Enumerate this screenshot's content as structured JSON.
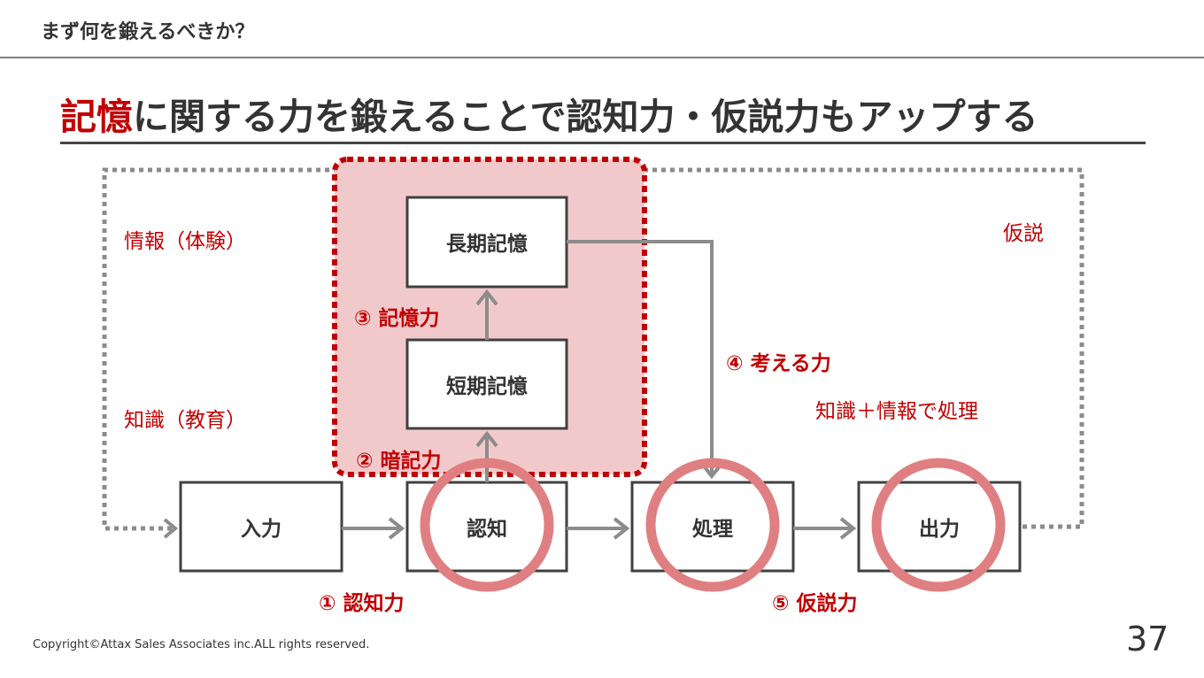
{
  "slide": {
    "header_title": "まず何を鍛えるべきか？",
    "headline_highlight": "記憶",
    "headline_rest": "に関する力を鍛えることで認知力・仮説力もアップする",
    "boxes": {
      "input": "入力",
      "cognition": "認知",
      "processing": "処理",
      "output": "出力",
      "short_term": "短期記憶",
      "long_term": "長期記憶"
    },
    "labels": {
      "information": "情報（体験）",
      "knowledge": "知識（教育）",
      "hypothesis": "仮説",
      "processing_note": "知識＋情報で処理"
    },
    "abilities": {
      "a1": "① 認知力",
      "a2": "② 暗記力",
      "a3": "③ 記憶力",
      "a4": "④ 考える力",
      "a5": "⑤ 仮説力"
    },
    "copyright": "Copyright©Attax Sales Associates inc.ALL rights reserved.",
    "page_number": "37"
  },
  "colors": {
    "accent_red": "#c00000",
    "highlight_fill": "#f2c9cb",
    "circle_red": "#e07f82",
    "arrow_gray": "#8c8c8c",
    "dotted_gray": "#8c8c8c"
  }
}
